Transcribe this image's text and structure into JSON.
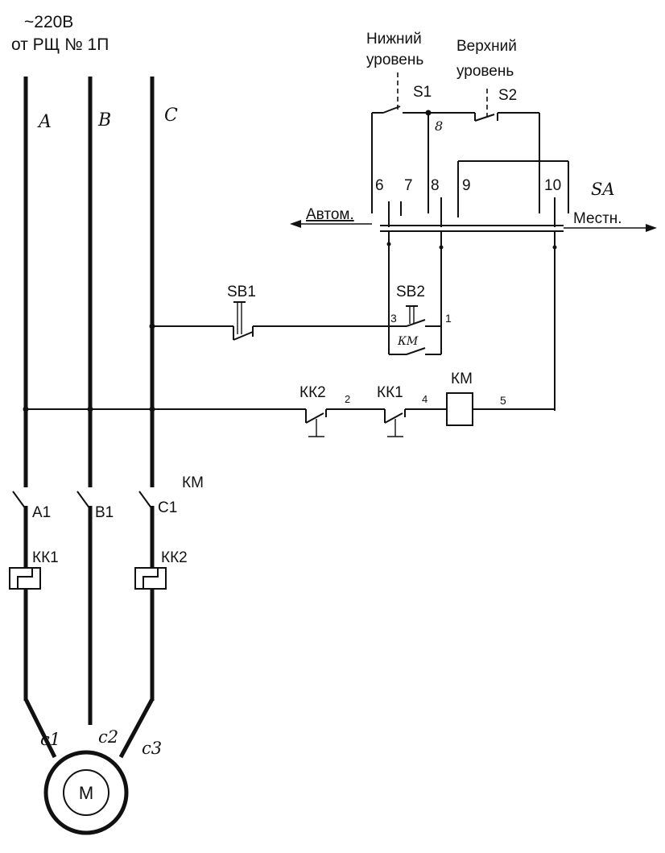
{
  "supply": {
    "voltage": "~220В",
    "source": "от РЩ № 1П"
  },
  "phases": [
    "A",
    "B",
    "C"
  ],
  "level_sensors": {
    "lower_label_1": "Нижний",
    "lower_label_2": "уровень",
    "upper_label_1": "Верхний",
    "upper_label_2": "уровень",
    "s1": "S1",
    "s2": "S2",
    "node_8": "8"
  },
  "selector": {
    "name": "SA",
    "auto": "Автом.",
    "local": "Местн.",
    "terminals": [
      "6",
      "7",
      "8",
      "9",
      "10"
    ]
  },
  "buttons": {
    "sb1": "SB1",
    "sb2": "SB2",
    "n3": "3",
    "n1": "1",
    "km_contact": "КМ"
  },
  "control_line": {
    "kk2": "КК2",
    "kk2_sub": "2",
    "kk1": "КК1",
    "kk1_sub": "4",
    "coil": "КМ",
    "n5": "5"
  },
  "power": {
    "contactor": "КМ",
    "a1": "A1",
    "b1": "B1",
    "c1": "C1",
    "kk1": "КК1",
    "kk2": "КК2",
    "m1": "c1",
    "m2": "c2",
    "m3": "c3",
    "motor": "M"
  }
}
